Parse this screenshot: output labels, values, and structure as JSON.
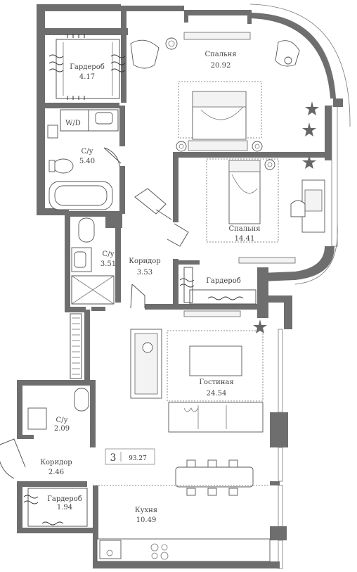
{
  "plan": {
    "apartment_number": "3",
    "total_area": "93.27"
  },
  "rooms": [
    {
      "id": "bedroom-main",
      "name": "Спальня",
      "area": "20.92"
    },
    {
      "id": "wardrobe-1",
      "name": "Гардероб",
      "area": "4.17"
    },
    {
      "id": "wd",
      "name": "W/D",
      "area": ""
    },
    {
      "id": "bathroom-1",
      "name": "С/у",
      "area": "5.40"
    },
    {
      "id": "bedroom-2",
      "name": "Спальня",
      "area": "14.41"
    },
    {
      "id": "bathroom-2",
      "name": "С/у",
      "area": "3.51"
    },
    {
      "id": "corridor-1",
      "name": "Коридор",
      "area": "3.53"
    },
    {
      "id": "wardrobe-2",
      "name": "Гардероб",
      "area": ""
    },
    {
      "id": "living",
      "name": "Гостиная",
      "area": "24.54"
    },
    {
      "id": "bathroom-3",
      "name": "С/у",
      "area": "2.09"
    },
    {
      "id": "corridor-2",
      "name": "Коридор",
      "area": "2.46"
    },
    {
      "id": "wardrobe-3",
      "name": "Гардероб",
      "area": "1.94"
    },
    {
      "id": "kitchen",
      "name": "Кухня",
      "area": "10.49"
    }
  ],
  "colors": {
    "wall": "#6e6e6e",
    "line": "#555555",
    "background": "#ffffff"
  }
}
